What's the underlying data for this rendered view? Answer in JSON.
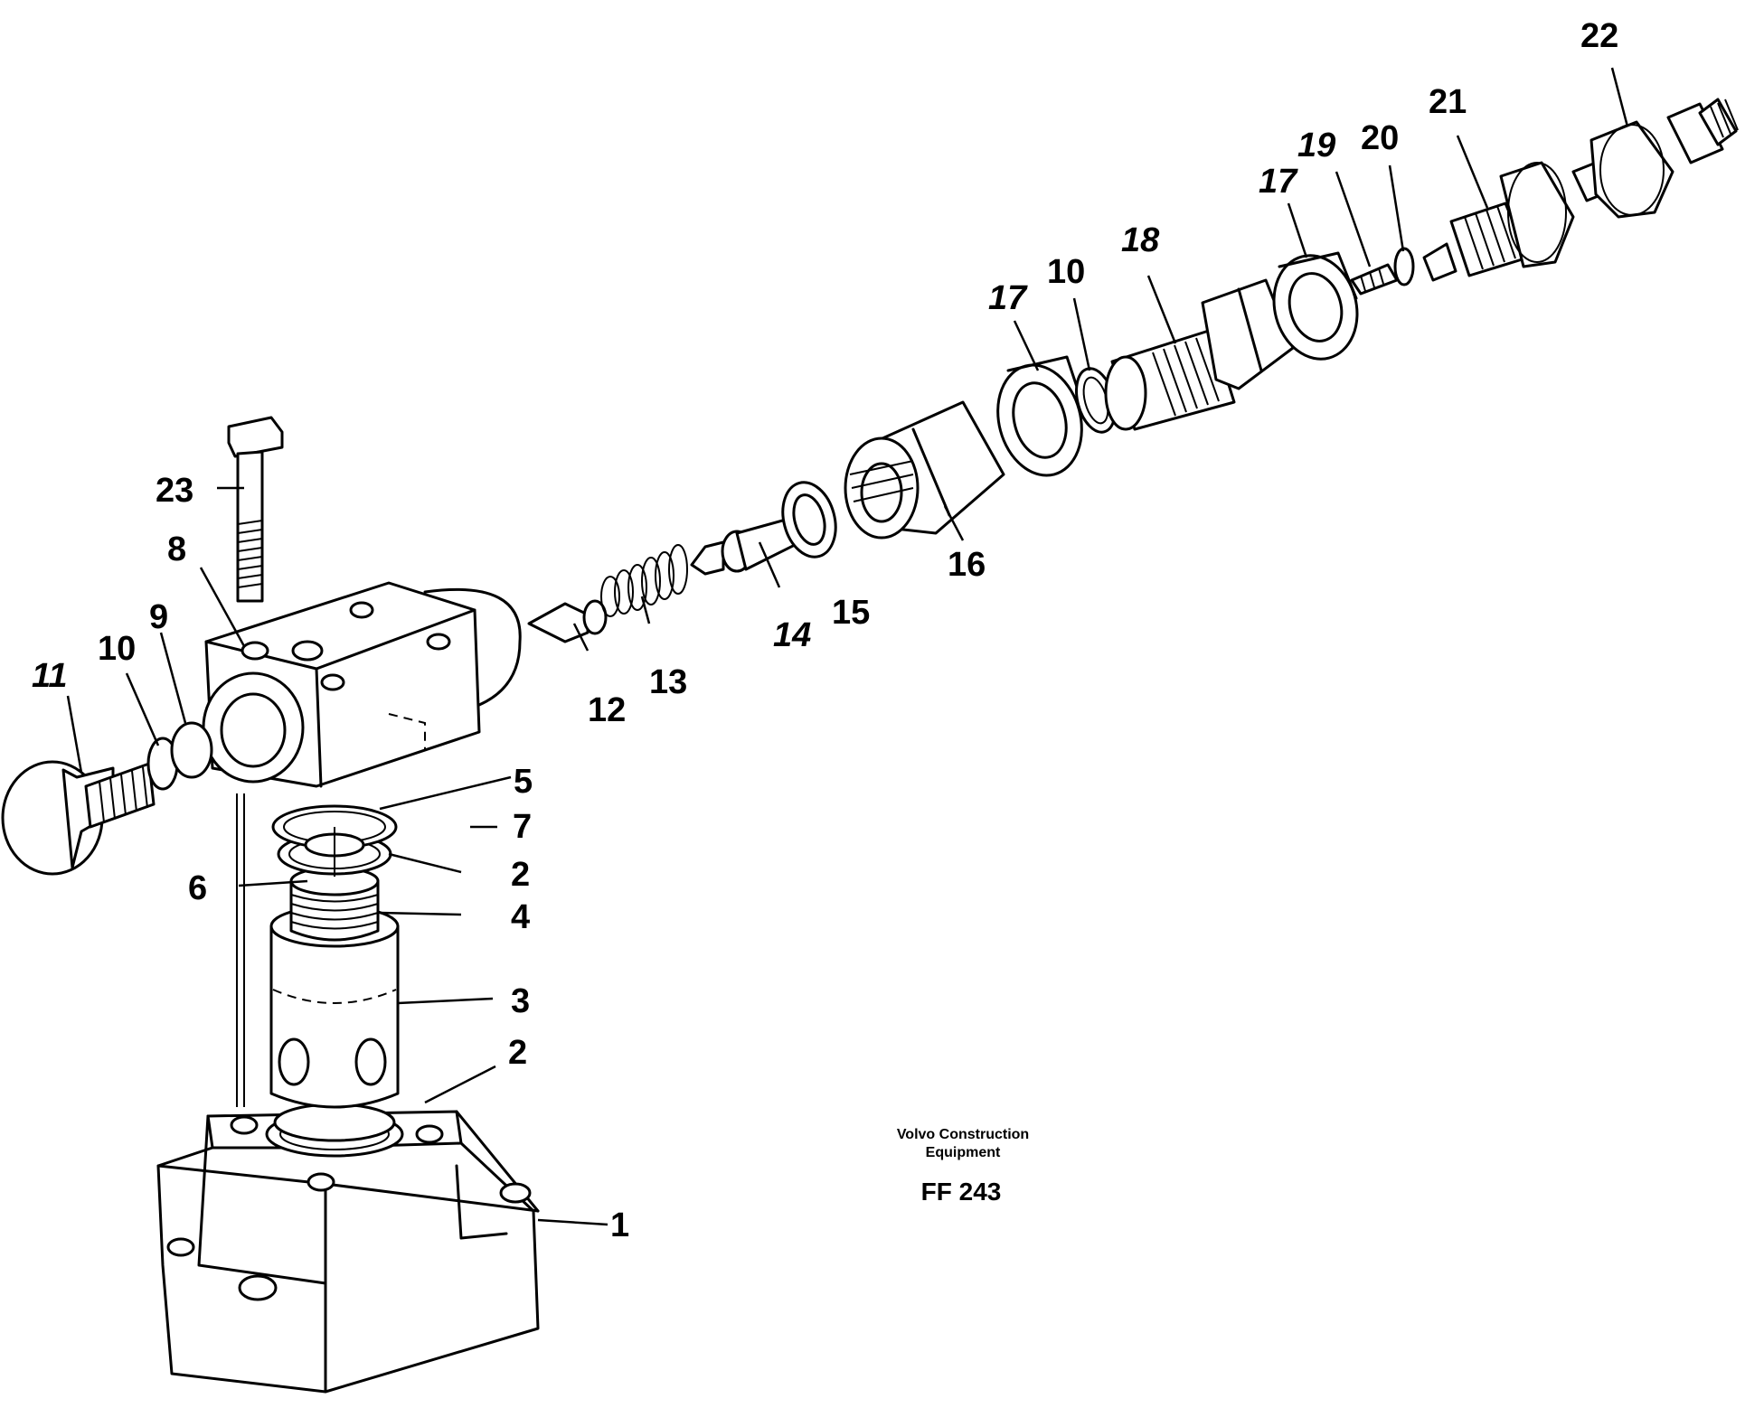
{
  "diagram": {
    "part_numbers": [
      "1",
      "2",
      "2",
      "3",
      "4",
      "5",
      "6",
      "7",
      "8",
      "9",
      "10",
      "10",
      "11",
      "12",
      "13",
      "14",
      "15",
      "16",
      "17",
      "17",
      "18",
      "19",
      "20",
      "21",
      "22",
      "23"
    ]
  },
  "caption": {
    "company_line1": "Volvo Construction",
    "company_line2": "Equipment",
    "figure_code": "FF 243"
  }
}
